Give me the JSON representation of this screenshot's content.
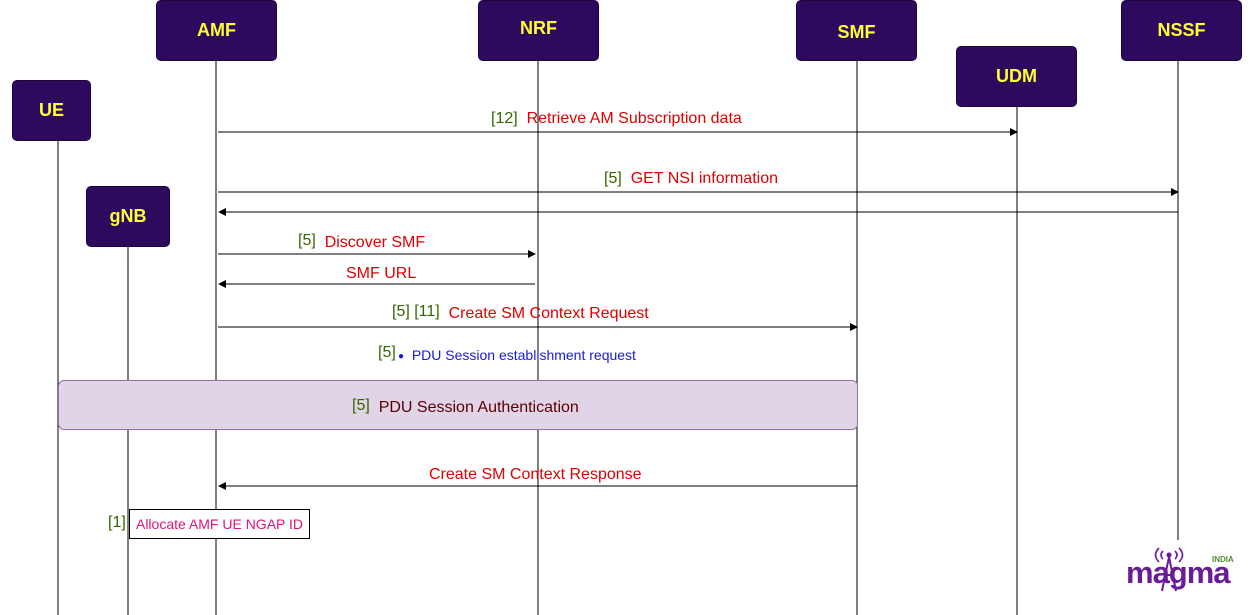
{
  "participants": {
    "amf": "AMF",
    "nrf": "NRF",
    "smf": "SMF",
    "nssf": "NSSF",
    "udm": "UDM",
    "ue": "UE",
    "gnb": "gNB"
  },
  "messages": [
    {
      "ref": "[12]",
      "text": "Retrieve AM Subscription data"
    },
    {
      "ref": "[5]",
      "text": "GET NSI information"
    },
    {
      "ref": "[5]",
      "text": "Discover SMF"
    },
    {
      "ref": "",
      "text": "SMF URL"
    },
    {
      "ref": "[5] [11]",
      "text": "Create SM Context Request"
    },
    {
      "ref": "[5]",
      "text": "PDU Session establishment request"
    },
    {
      "ref": "[5]",
      "text": "PDU Session Authentication"
    },
    {
      "ref": "",
      "text": "Create SM Context Response"
    },
    {
      "ref": "[1]",
      "text": "Allocate AMF UE NGAP ID"
    }
  ],
  "logo": {
    "brand": "magma",
    "region": "INDIA"
  },
  "colors": {
    "box_fill": "#2d0a5e",
    "box_text": "#ffff33",
    "message_text": "#e00000",
    "reference_text": "#336600",
    "bullet_text": "#1a1ad6",
    "auth_fill": "#e1d4e7",
    "note_text": "#e0147a",
    "logo_purple": "#6a1b9a",
    "logo_green": "#558b2f"
  }
}
